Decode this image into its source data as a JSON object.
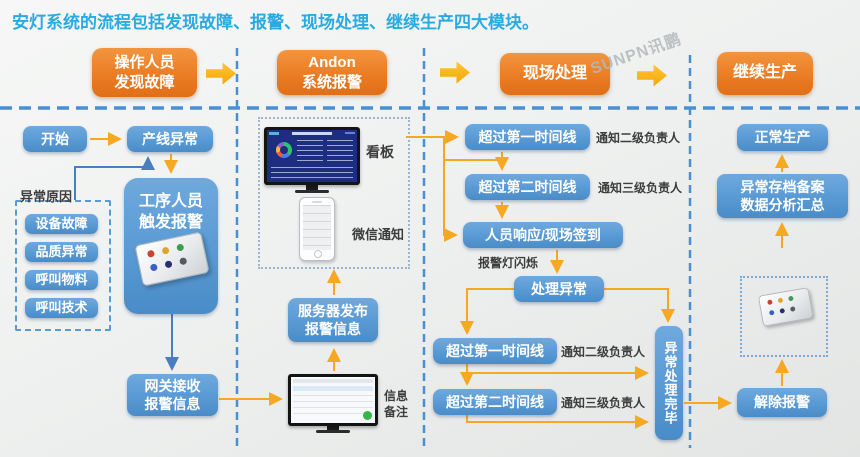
{
  "title": "安灯系统的流程包括发现故障、报警、现场处理、继续生产四大模块。",
  "watermark": "SUNPN讯鹏",
  "headers": {
    "h1": "操作人员\n发现故障",
    "h2": "Andon\n系统报警",
    "h3": "现场处理",
    "h4": "继续生产"
  },
  "col1": {
    "start": "开始",
    "line_abnormal": "产线异常",
    "reason_label": "异常原因",
    "reasons": [
      "设备故障",
      "品质异常",
      "呼叫物料",
      "呼叫技术"
    ],
    "trigger": "工序人员\n触发报警",
    "gateway": "网关接收\n报警信息"
  },
  "col2": {
    "kanban_label": "看板",
    "wechat_label": "微信通知",
    "server": "服务器发布\n报警信息",
    "remark_label": "信息\n备注"
  },
  "col3": {
    "timeline1": "超过第一时间线",
    "timeline1_note": "通知二级负责人",
    "timeline2": "超过第二时间线",
    "timeline2_note": "通知三级负责人",
    "respond": "人员响应/现场签到",
    "lamp_note": "报警灯闪烁",
    "handle": "处理异常",
    "timeline1b": "超过第一时间线",
    "timeline1b_note": "通知二级负责人",
    "timeline2b": "超过第二时间线",
    "timeline2b_note": "通知三级负责人",
    "done_vertical": "异常处理完毕"
  },
  "col4": {
    "normal": "正常生产",
    "archive": "异常存档备案\n数据分析汇总",
    "release": "解除报警"
  },
  "colors": {
    "title_blue": "#29abe2",
    "header_orange": "#ea7b22",
    "node_blue": "#5b9bd5",
    "arrow_gold": "#f7a823",
    "arrow_blue": "#4a7ebc",
    "divider_blue": "#4a8fd4"
  }
}
